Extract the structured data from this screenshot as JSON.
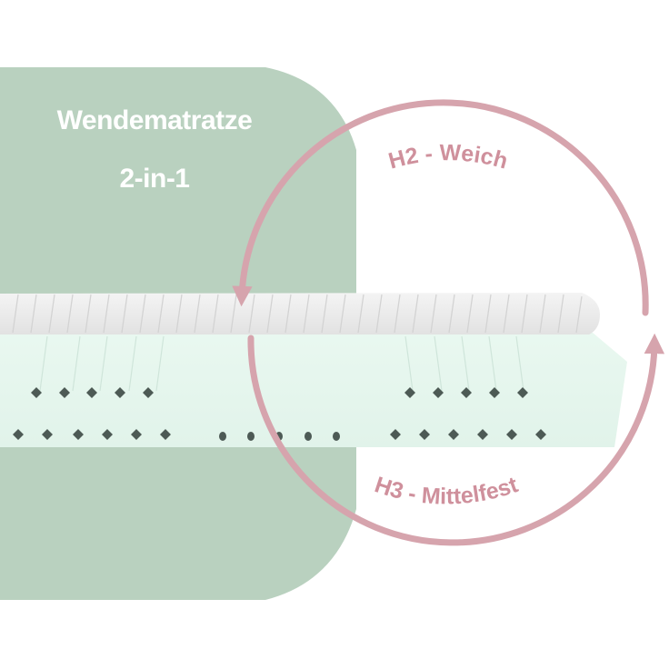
{
  "image": {
    "headline": {
      "line1": "Wendematratze",
      "line2": "2-in-1"
    },
    "arrow_top_label": "H2 - Weich",
    "arrow_bottom_label": "H3 - Mittelfest",
    "colors": {
      "background": "#ffffff",
      "sage_shape": "#b9d1bf",
      "foam_core": "#e6f6ee",
      "cover_top": "#eeeeee",
      "arrow": "#d6a4ad",
      "label_text": "#cf909c"
    }
  }
}
